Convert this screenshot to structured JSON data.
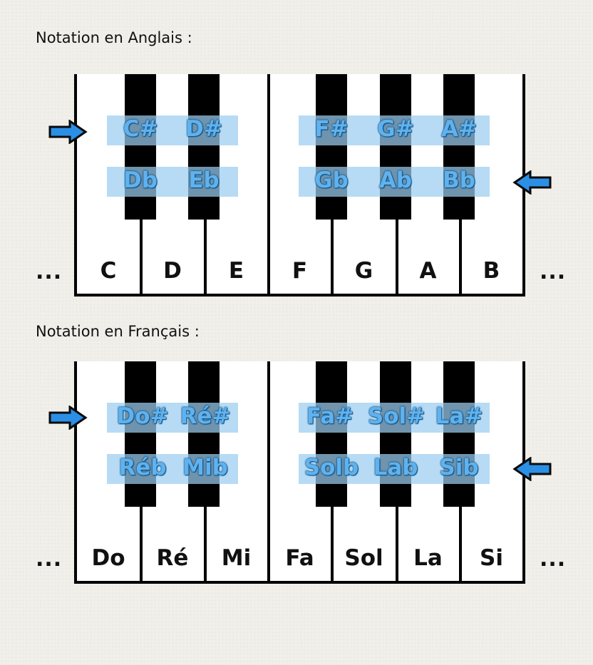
{
  "english": {
    "title": "Notation en Anglais :",
    "white_keys": [
      "C",
      "D",
      "E",
      "F",
      "G",
      "A",
      "B"
    ],
    "sharps": [
      "C#",
      "D#",
      "F#",
      "G#",
      "A#"
    ],
    "flats": [
      "Db",
      "Eb",
      "Gb",
      "Ab",
      "Bb"
    ],
    "ellipsis_left": "...",
    "ellipsis_right": "..."
  },
  "french": {
    "title": "Notation en Français :",
    "white_keys": [
      "Do",
      "Ré",
      "Mi",
      "Fa",
      "Sol",
      "La",
      "Si"
    ],
    "sharps": [
      "Do#",
      "Ré#",
      "Fa#",
      "Sol#",
      "La#"
    ],
    "flats": [
      "Réb",
      "Mib",
      "Solb",
      "Lab",
      "Sib"
    ],
    "ellipsis_left": "...",
    "ellipsis_right": "..."
  },
  "colors": {
    "band": "#9bcdf0",
    "label": "#5fb2ee",
    "label_outline": "#0d4f82",
    "arrow": "#2b8fe6"
  },
  "icons": {
    "sharp_arrow": "arrow-right-icon",
    "flat_arrow": "arrow-left-icon"
  }
}
